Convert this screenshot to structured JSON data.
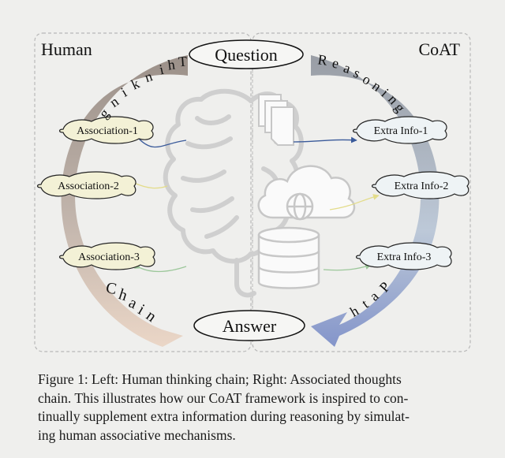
{
  "diagram": {
    "left_title": "Human",
    "right_title": "CoAT",
    "top_node": "Question",
    "bottom_node": "Answer",
    "left_associations": [
      "Association-1",
      "Association-2",
      "Association-3"
    ],
    "right_infos": [
      "Extra Info-1",
      "Extra Info-2",
      "Extra Info-3"
    ],
    "arc_labels": {
      "thinking": "Thinking",
      "chain": "Chain",
      "reasoning": "Reasoning",
      "path": "Path"
    },
    "colors": {
      "left_arc_top": "#8c7f77",
      "left_arc_bottom": "#e4c9b6",
      "right_arc_top": "#8a8f98",
      "right_arc_bottom": "#7b90c9",
      "left_cloud_fill": "#f3f1d6",
      "right_cloud_fill": "#eef3f5",
      "arrow_blue": "#3a5a9a",
      "arrow_yellow": "#e3dc8a",
      "arrow_green": "#9cc79a"
    },
    "icons": [
      "brain-icon",
      "documents-icon",
      "cloud-globe-icon",
      "database-icon"
    ]
  },
  "caption": {
    "lines": [
      "Figure 1: Left: Human thinking chain; Right: Associated thoughts",
      "chain. This illustrates how our CoAT framework is inspired to con-",
      "tinually supplement extra information during reasoning by simulat-",
      "ing human associative mechanisms."
    ]
  }
}
